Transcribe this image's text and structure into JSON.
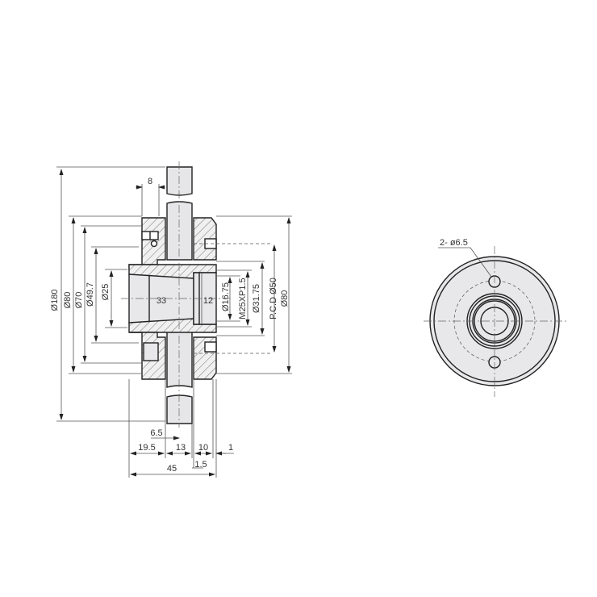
{
  "drawing": {
    "side_view": {
      "left_dims": {
        "d180": "Ø180",
        "d80": "Ø80",
        "d70": "Ø70",
        "d49_7": "Ø49.7",
        "d25": "Ø25"
      },
      "top_dim": "8",
      "bore_labels": {
        "taper_len": "33",
        "thread_len": "12"
      },
      "right_dims": {
        "d16_75": "Ø16.75",
        "thread": "M25XP1.5",
        "d31_75": "Ø31.75",
        "pcd": "P.C.D  Ø50",
        "d80": "Ø80"
      },
      "bottom_dims": {
        "d6_5": "6.5",
        "d19_5": "19.5",
        "d13": "13",
        "d10": "10",
        "d1": "1",
        "d1_5": "1.5",
        "total": "45"
      }
    },
    "front_view": {
      "hole_callout": "2- ø6.5"
    },
    "colors": {
      "line": "#222222",
      "fill_light": "#e8e8ea",
      "hatch": "#555555",
      "background": "#ffffff"
    }
  }
}
